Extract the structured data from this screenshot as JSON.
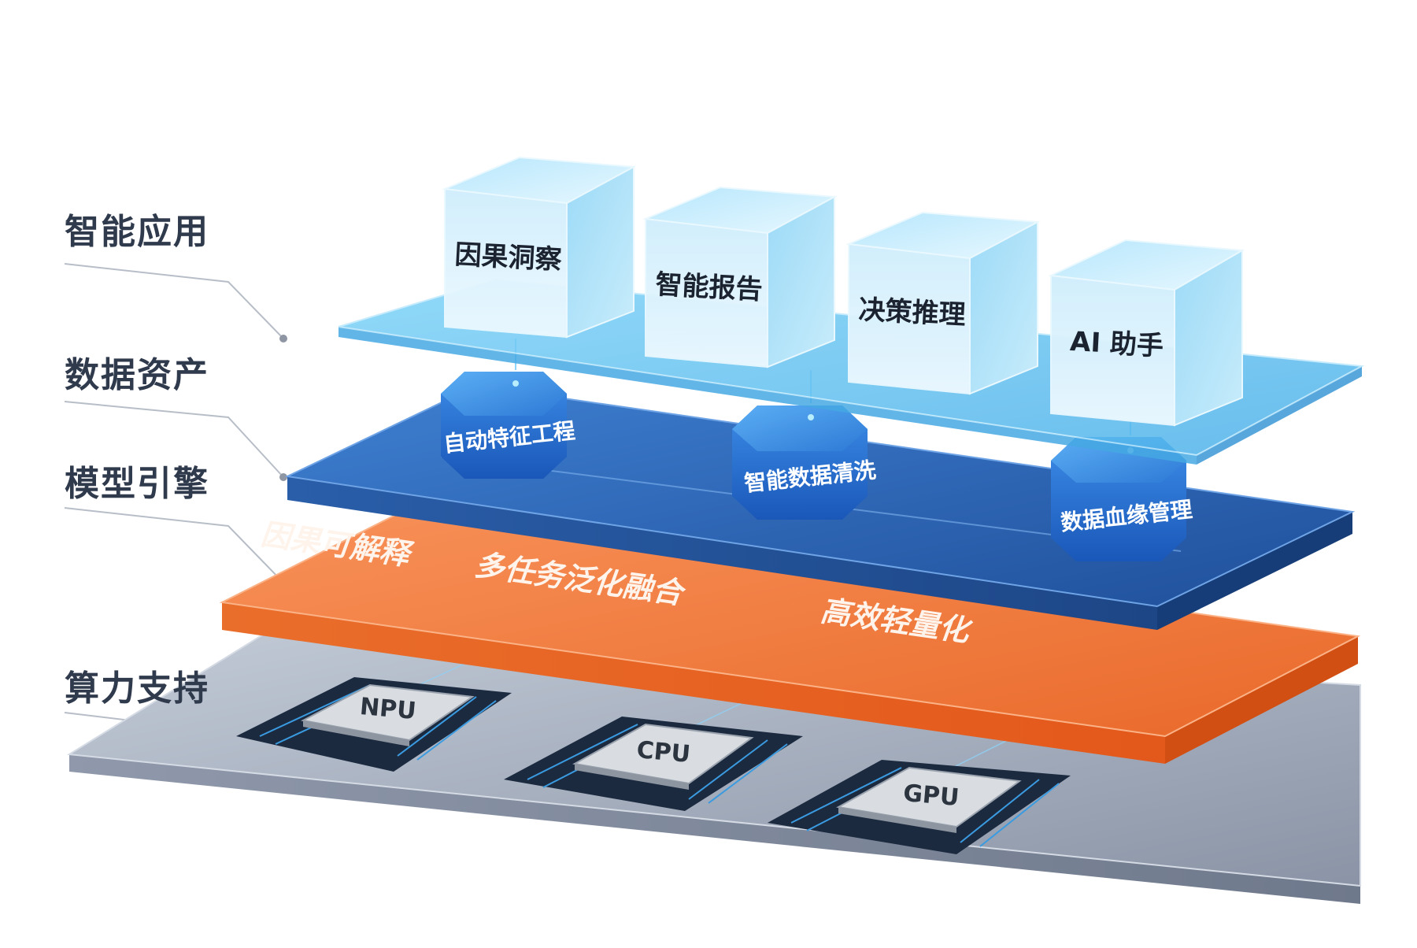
{
  "layers": [
    {
      "label": "智能应用"
    },
    {
      "label": "数据资产"
    },
    {
      "label": "模型引擎"
    },
    {
      "label": "算力支持"
    }
  ],
  "applications": [
    "因果洞察",
    "智能报告",
    "决策推理",
    "AI 助手"
  ],
  "data_assets": [
    "自动特征工程",
    "智能数据清洗",
    "数据血缘管理"
  ],
  "model_engine": [
    "因果可解释",
    "多任务泛化融合",
    "高效轻量化"
  ],
  "compute": [
    "NPU",
    "CPU",
    "GPU"
  ],
  "colors": {
    "label_text": "#2f3a4d",
    "guide_line": "#b8bec8",
    "app_plate": "#6cc4f2",
    "asset_plate": "#2c67b8",
    "engine_plate": "#f07a3a",
    "compute_plate": "#a6afbf",
    "chip": "#1c2a40",
    "chip_core": "#d9dde2"
  }
}
